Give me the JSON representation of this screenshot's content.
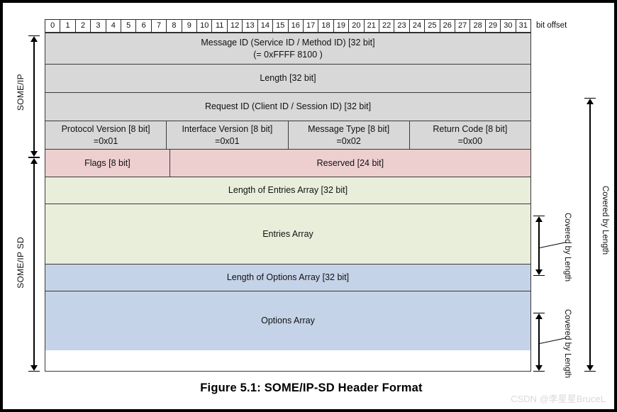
{
  "figure": {
    "caption": "Figure 5.1: SOME/IP-SD Header Format",
    "bit_offset_label": "bit offset",
    "watermark": "CSDN @李星星BruceL"
  },
  "colors": {
    "someip_grey": "#d8d8d8",
    "flags_pink": "#eecfd0",
    "entries_green": "#e9eedb",
    "options_blue": "#c5d3e8",
    "border": "#3a3a3a"
  },
  "bit_ruler": {
    "bits": [
      "0",
      "1",
      "2",
      "3",
      "4",
      "5",
      "6",
      "7",
      "8",
      "9",
      "10",
      "11",
      "12",
      "13",
      "14",
      "15",
      "16",
      "17",
      "18",
      "19",
      "20",
      "21",
      "22",
      "23",
      "24",
      "25",
      "26",
      "27",
      "28",
      "29",
      "30",
      "31"
    ]
  },
  "left_brackets": [
    {
      "label": "SOME/IP"
    },
    {
      "label": "SOME/IP SD"
    }
  ],
  "right_brackets": [
    {
      "label": "Covered by Length"
    },
    {
      "label": "Covered by Length"
    },
    {
      "label": "Covered by Length"
    }
  ],
  "rows": [
    {
      "name": "message-id",
      "color": "grey",
      "cells": [
        {
          "title": "Message ID (Service ID / Method ID) [32 bit]",
          "value": "(= 0xFFFF 8100 )",
          "bits": 32
        }
      ]
    },
    {
      "name": "length",
      "color": "grey",
      "cells": [
        {
          "title": "Length [32 bit]",
          "value": "",
          "bits": 32
        }
      ]
    },
    {
      "name": "request-id",
      "color": "grey",
      "cells": [
        {
          "title": "Request ID (Client ID / Session ID) [32 bit]",
          "value": "",
          "bits": 32
        }
      ]
    },
    {
      "name": "version-type-code",
      "color": "grey",
      "cells": [
        {
          "title": "Protocol Version [8 bit]",
          "value": "=0x01",
          "bits": 8
        },
        {
          "title": "Interface Version [8 bit]",
          "value": "=0x01",
          "bits": 8
        },
        {
          "title": "Message Type [8 bit]",
          "value": "=0x02",
          "bits": 8
        },
        {
          "title": "Return Code [8 bit]",
          "value": "=0x00",
          "bits": 8
        }
      ]
    },
    {
      "name": "flags-reserved",
      "color": "pink",
      "cells": [
        {
          "title": "Flags [8 bit]",
          "value": "",
          "bits": 8
        },
        {
          "title": "Reserved [24 bit]",
          "value": "",
          "bits": 24
        }
      ]
    },
    {
      "name": "length-of-entries-array",
      "color": "green",
      "cells": [
        {
          "title": "Length of Entries Array  [32 bit]",
          "value": "",
          "bits": 32
        }
      ]
    },
    {
      "name": "entries-array",
      "color": "green",
      "cells": [
        {
          "title": "Entries Array",
          "value": "",
          "bits": 32
        }
      ]
    },
    {
      "name": "length-of-options-array",
      "color": "blue",
      "cells": [
        {
          "title": "Length of Options Array  [32 bit]",
          "value": "",
          "bits": 32
        }
      ]
    },
    {
      "name": "options-array",
      "color": "blue",
      "cells": [
        {
          "title": "Options Array",
          "value": "",
          "bits": 32
        }
      ]
    }
  ]
}
